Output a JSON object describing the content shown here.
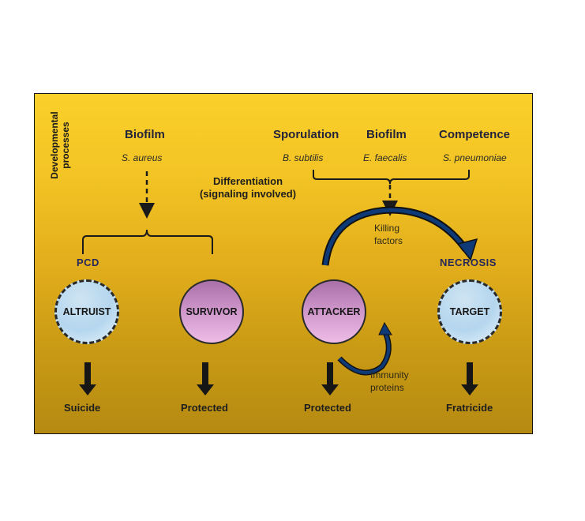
{
  "diagram": {
    "side_label": [
      "Developmental",
      "processes"
    ],
    "left_group": {
      "process": "Biofilm",
      "organism": "S. aureus"
    },
    "middle_label": [
      "Differentiation",
      "(signaling involved)"
    ],
    "right_group": {
      "processes": [
        {
          "process": "Sporulation",
          "organism": "B. subtilis"
        },
        {
          "process": "Biofilm",
          "organism": "E. faecalis"
        },
        {
          "process": "Competence",
          "organism": "S. pneumoniae"
        }
      ]
    },
    "pcd_label": "PCD",
    "necrosis_label": "NECROSIS",
    "killing_factors": [
      "Killing",
      "factors"
    ],
    "immunity_proteins": [
      "Immunity",
      "proteins"
    ],
    "cells": [
      {
        "name": "ALTRUIST",
        "style": "dashed",
        "outcome": "Suicide"
      },
      {
        "name": "SURVIVOR",
        "style": "solid",
        "outcome": "Protected"
      },
      {
        "name": "ATTACKER",
        "style": "solid",
        "outcome": "Protected"
      },
      {
        "name": "TARGET",
        "style": "dashed",
        "outcome": "Fratricide"
      }
    ],
    "colors": {
      "background_top": "#fbd02a",
      "background_bottom": "#b58a12",
      "dashed_cell_fill": "#b4d6ee",
      "solid_cell_fill": "#cc94c8",
      "curved_arrow": "#0f3a78",
      "label_dark_blue": "#25285a"
    }
  }
}
